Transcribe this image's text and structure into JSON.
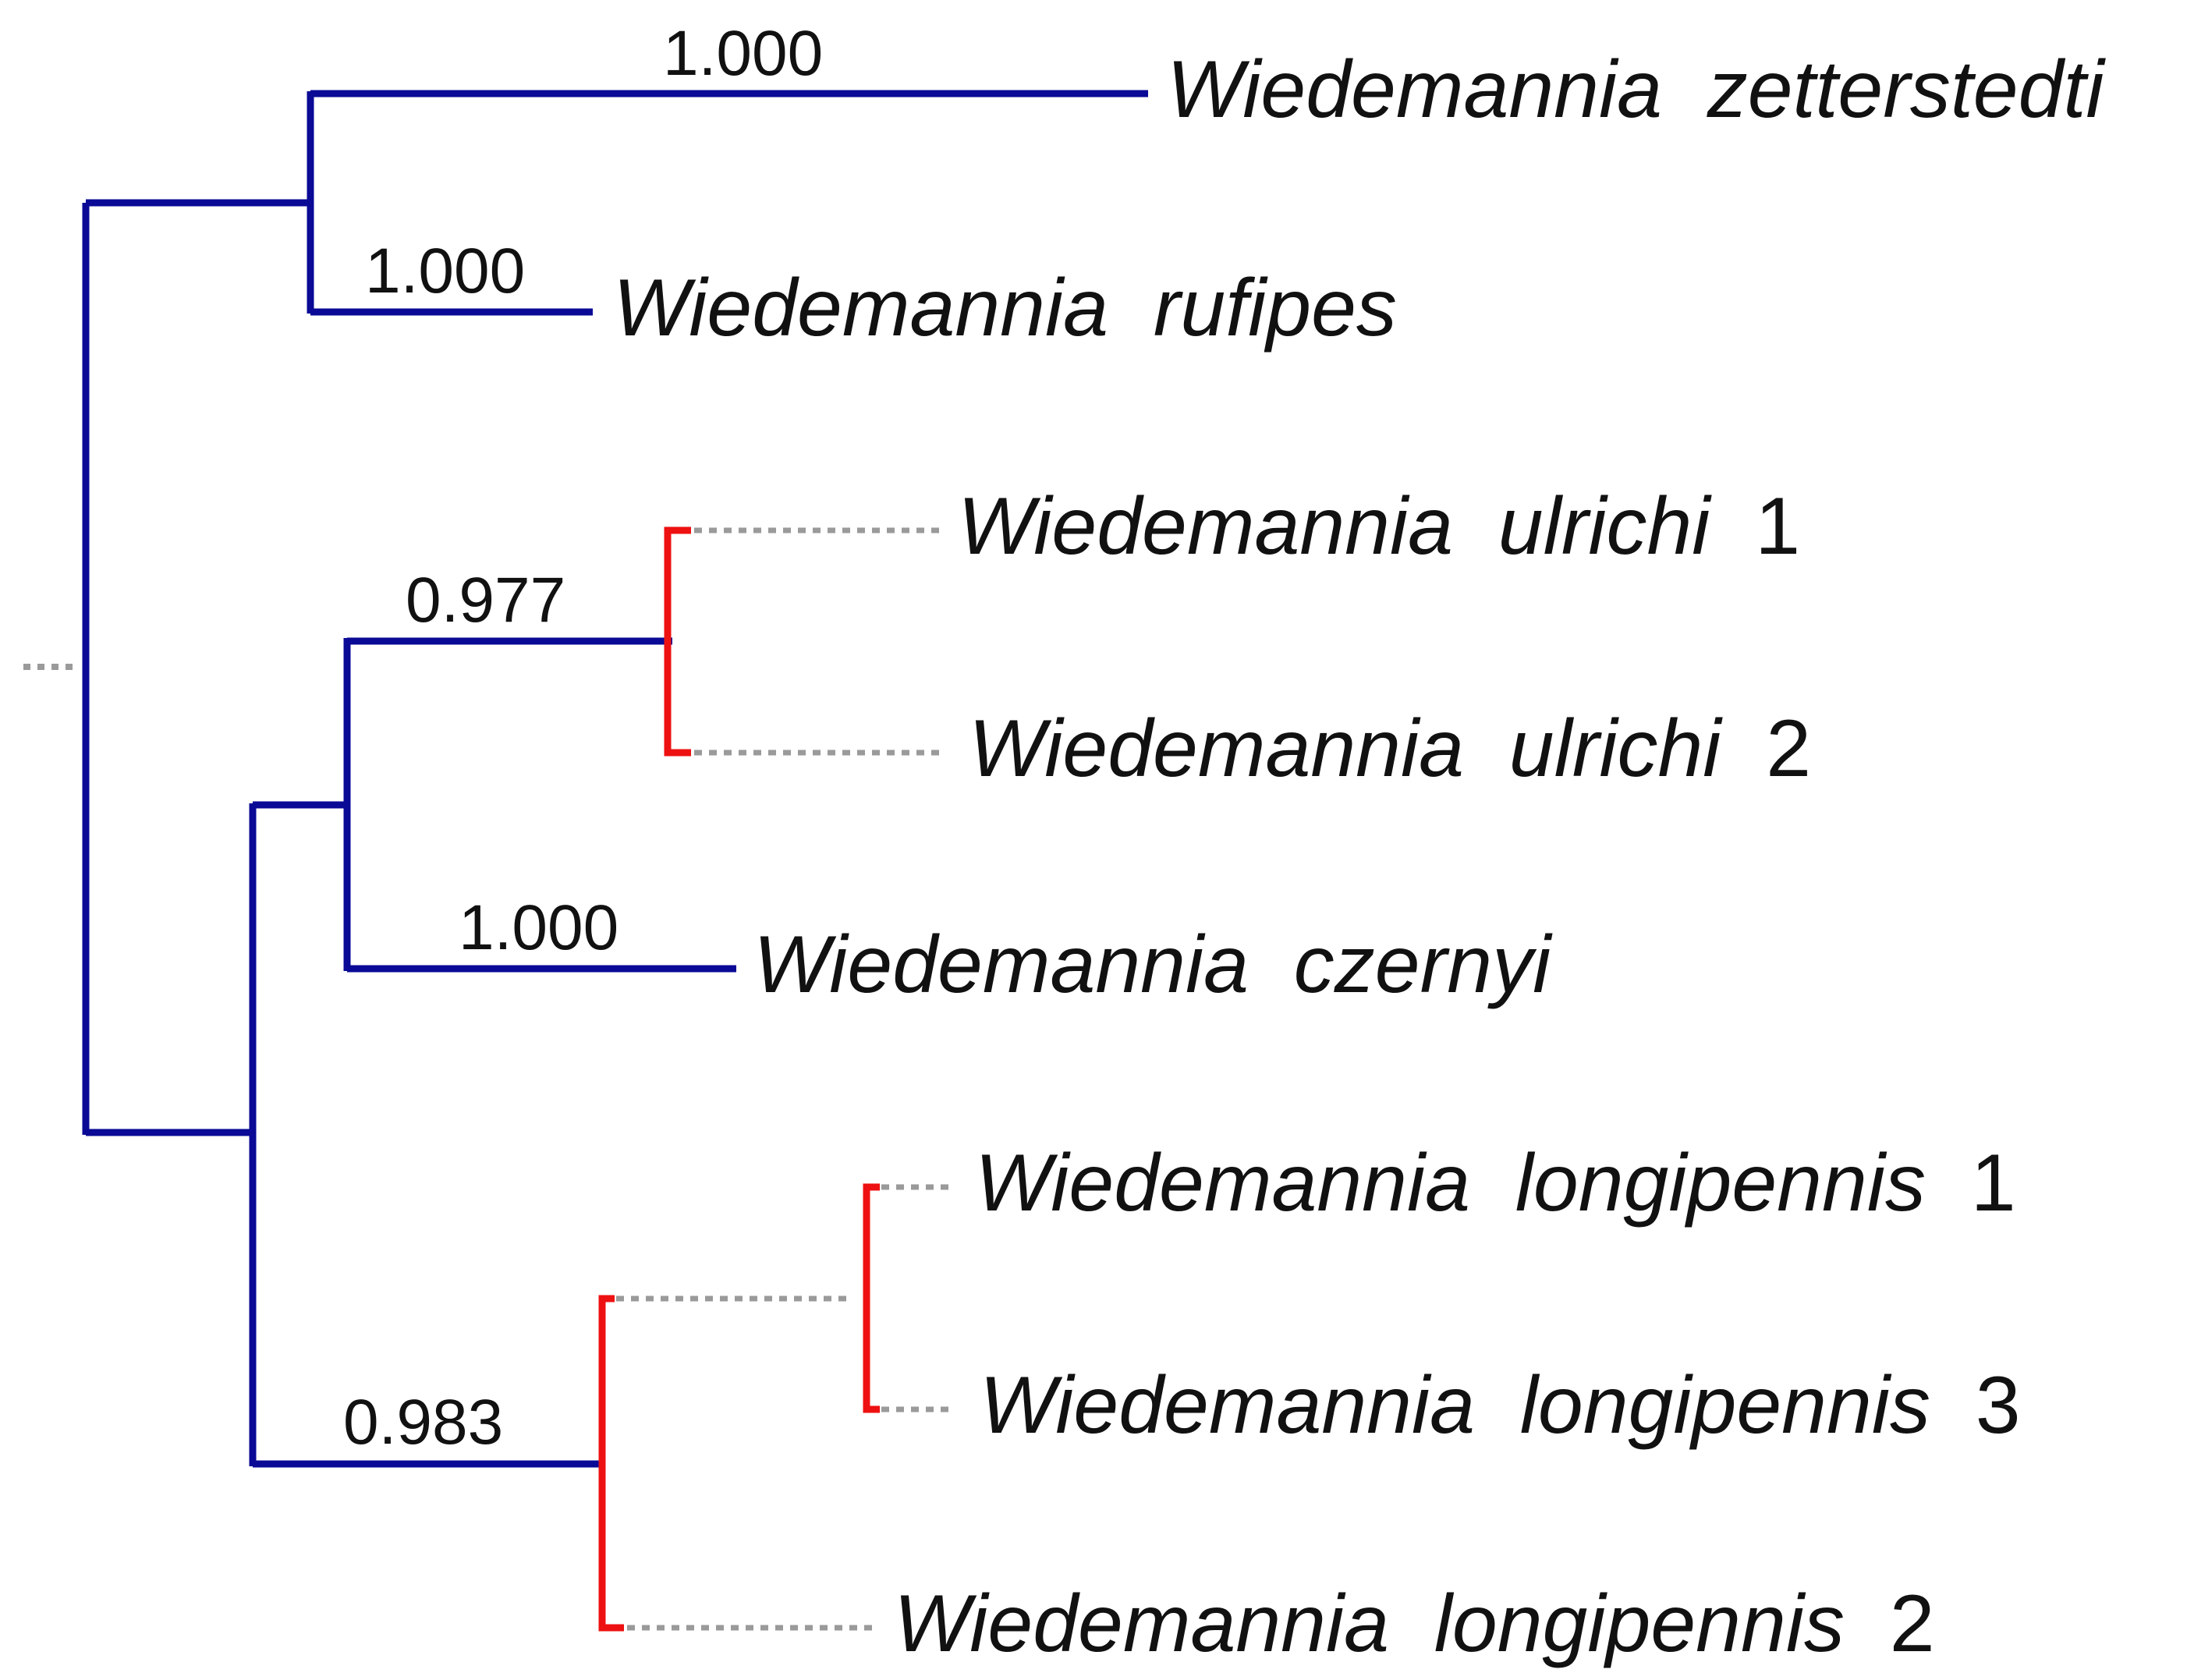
{
  "colors": {
    "supported": "#0a0a96",
    "unsupported": "#ee1111",
    "dotted": "#9a9a9a",
    "text": "#111111"
  },
  "taxa": [
    {
      "genus": "Wiedemannia",
      "epithet": "zetterstedti",
      "suffix": ""
    },
    {
      "genus": "Wiedemannia",
      "epithet": "rufipes",
      "suffix": ""
    },
    {
      "genus": "Wiedemannia",
      "epithet": "ulrichi",
      "suffix": "1"
    },
    {
      "genus": "Wiedemannia",
      "epithet": "ulrichi",
      "suffix": "2"
    },
    {
      "genus": "Wiedemannia",
      "epithet": "czernyi",
      "suffix": ""
    },
    {
      "genus": "Wiedemannia",
      "epithet": "longipennis",
      "suffix": "1"
    },
    {
      "genus": "Wiedemannia",
      "epithet": "longipennis",
      "suffix": "3"
    },
    {
      "genus": "Wiedemannia",
      "epithet": "longipennis",
      "suffix": "2"
    }
  ],
  "supports": [
    "1.000",
    "1.000",
    "0.977",
    "1.000",
    "0.983"
  ]
}
